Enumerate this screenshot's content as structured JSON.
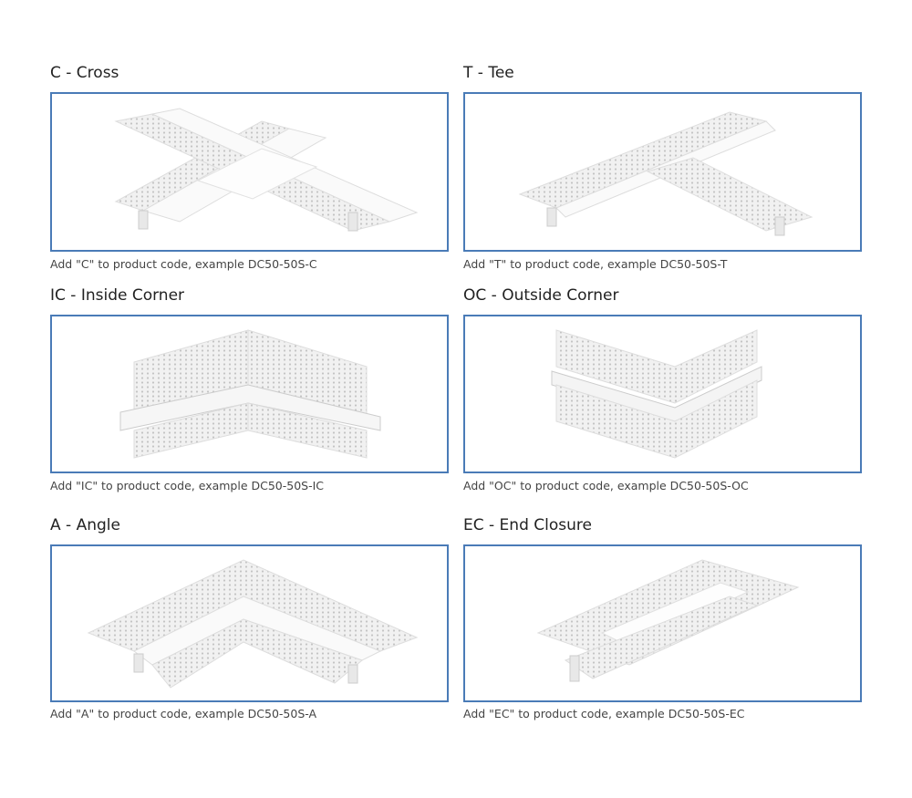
{
  "items": [
    {
      "title": "C - Cross",
      "caption": "Add \"C\" to product code, example DC50-50S-C",
      "shape": "cross"
    },
    {
      "title": "T - Tee",
      "caption": "Add \"T\" to product code, example DC50-50S-T",
      "shape": "tee"
    },
    {
      "title": "IC - Inside Corner",
      "caption": "Add \"IC\" to product code, example DC50-50S-IC",
      "shape": "inside-corner"
    },
    {
      "title": "OC - Outside Corner",
      "caption": "Add \"OC\" to product code, example DC50-50S-OC",
      "shape": "outside-corner"
    },
    {
      "title": "A - Angle",
      "caption": "Add \"A\" to product code, example DC50-50S-A",
      "shape": "angle"
    },
    {
      "title": "EC - End Closure",
      "caption": "Add \"EC\" to product code, example DC50-50S-EC",
      "shape": "end-closure"
    }
  ],
  "colors": {
    "border": "#4a7bb7"
  }
}
